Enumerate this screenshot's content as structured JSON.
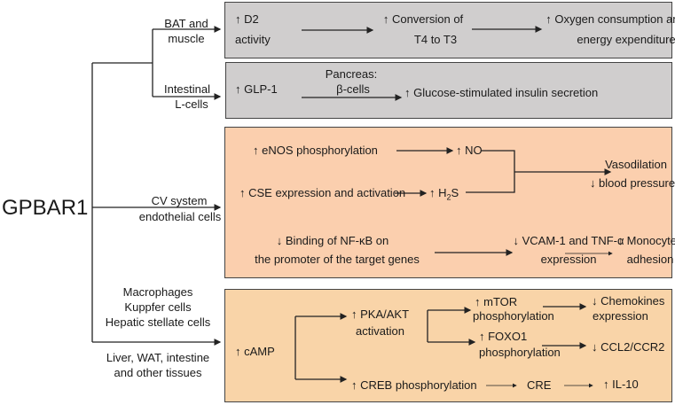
{
  "root": "GPBAR1",
  "colors": {
    "grey_box": "#d0cece",
    "cv_box": "#fbcfae",
    "immune_box": "#f9d4a8",
    "line": "#222222"
  },
  "branches": {
    "bat": [
      "BAT and",
      "muscle"
    ],
    "intestinal": [
      "Intestinal",
      "L-cells"
    ],
    "cv": [
      "CV system",
      "endothelial cells"
    ],
    "immune": [
      "Macrophages",
      "Kuppfer cells",
      "Hepatic stellate cells"
    ],
    "tissues": [
      "Liver, WAT, intestine",
      "and other tissues"
    ]
  },
  "box_bat": {
    "d2": [
      "↑ D2",
      "activity"
    ],
    "conversion": [
      "↑ Conversion of",
      "T4 to T3"
    ],
    "oxygen": [
      "↑ Oxygen consumption and",
      "energy expenditure"
    ]
  },
  "box_glp": {
    "glp1": "↑ GLP-1",
    "pancreas": [
      "Pancreas:",
      "β-cells"
    ],
    "insulin": "↑ Glucose-stimulated insulin secretion"
  },
  "box_cv": {
    "enos": "↑ eNOS  phosphorylation",
    "no": "↑ NO",
    "cse": "↑ CSE expression and activation",
    "h2s": "↑ H",
    "h2s_sub": "2",
    "h2s_end": "S",
    "vaso": [
      "Vasodilation",
      "↓ blood pressure"
    ],
    "nfkb": [
      "↓ Binding of NF-κB on",
      "the promoter of the target genes"
    ],
    "vcam": [
      "↓ VCAM-1 and TNF-α",
      "expression"
    ],
    "monocytes": [
      "↓ Monocytes",
      "adhesion"
    ]
  },
  "box_immune": {
    "camp": "↑ cAMP",
    "pka": [
      "↑ PKA/AKT",
      "activation"
    ],
    "mtor": [
      "↑ mTOR",
      "phosphorylation"
    ],
    "chemokines": [
      "↓ Chemokines",
      "expression"
    ],
    "foxo1": [
      "↑ FOXO1",
      "phosphorylation"
    ],
    "ccl2": "↓ CCL2/CCR2",
    "creb": "↑ CREB phosphorylation",
    "cre": "CRE",
    "il10": "↑ IL-10"
  }
}
